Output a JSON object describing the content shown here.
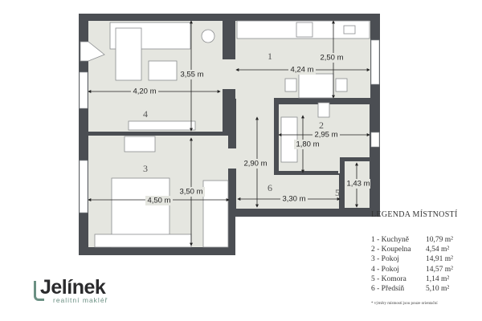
{
  "floorplan": {
    "rooms": [
      {
        "number": "1"
      },
      {
        "number": "2"
      },
      {
        "number": "3"
      },
      {
        "number": "4"
      },
      {
        "number": "5"
      },
      {
        "number": "6"
      }
    ],
    "dimensions": {
      "room4_height": "3,55 m",
      "room4_width": "4,20 m",
      "kitchen_height": "2,50 m",
      "kitchen_width": "4,24 m",
      "bath_width": "2,95 m",
      "bath_height": "1,80 m",
      "hall_height": "2,90 m",
      "room3_height": "3,50 m",
      "room3_width": "4,50 m",
      "hall_width": "3,30 m",
      "storage_height": "1,43 m"
    },
    "colors": {
      "wall": "#4b4e53",
      "floor": "#e5e6e0",
      "logo_accent": "#6b9083"
    }
  },
  "legend": {
    "title": "LEGENDA MÍSTNOSTÍ",
    "items": [
      {
        "name": "1 - Kuchyně",
        "area": "10,79 m²"
      },
      {
        "name": "2 - Koupelna",
        "area": "4,54 m²"
      },
      {
        "name": "3 - Pokoj",
        "area": "14,91 m²"
      },
      {
        "name": "4 - Pokoj",
        "area": "14,57 m²"
      },
      {
        "name": "5 - Komora",
        "area": "1,14 m²"
      },
      {
        "name": "6 - Předsíň",
        "area": "5,10 m²"
      }
    ],
    "note": "* výměry místností jsou pouze orientační"
  },
  "logo": {
    "name": "Jelínek",
    "tagline": "realitní makléř"
  }
}
